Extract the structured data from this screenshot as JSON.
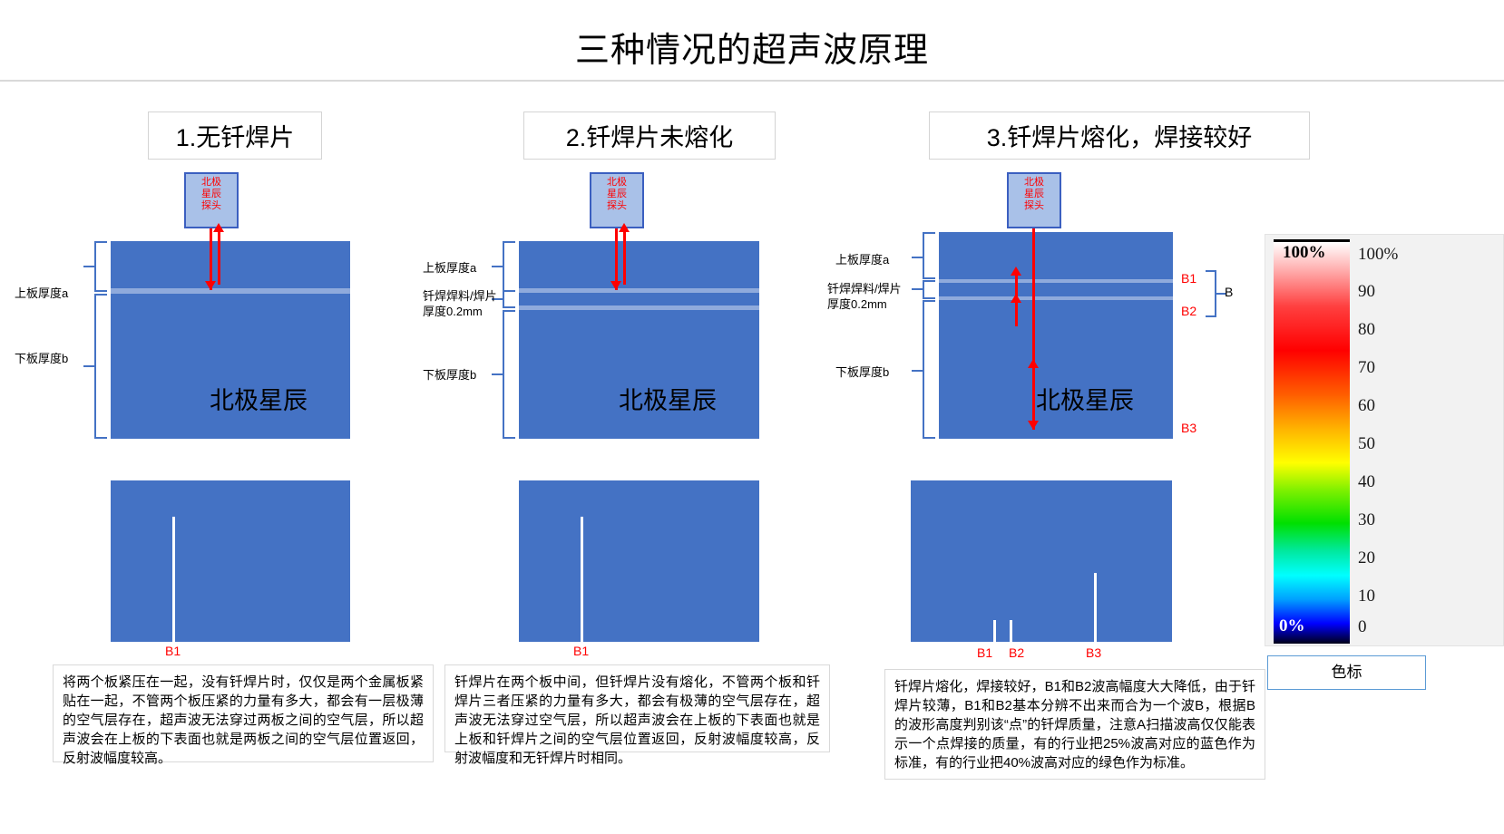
{
  "title": "三种情况的超声波原理",
  "panels": [
    {
      "heading": "1.无钎焊片",
      "probe_lines": [
        "北极",
        "星辰",
        "探头"
      ],
      "watermark": "北极星辰",
      "dim_labels": [
        "上板厚度a",
        "下板厚度b"
      ],
      "echo_labels": [
        "B1"
      ],
      "caption": "将两个板紧压在一起，没有钎焊片时，仅仅是两个金属板紧贴在一起，不管两个板压紧的力量有多大，都会有一层极薄的空气层存在，超声波无法穿过两板之间的空气层，所以超声波会在上板的下表面也就是两板之间的空气层位置返回，反射波幅度较高。"
    },
    {
      "heading": "2.钎焊片未熔化",
      "probe_lines": [
        "北极",
        "星辰",
        "探头"
      ],
      "watermark": "北极星辰",
      "dim_labels": [
        "上板厚度a",
        "钎焊焊料/焊片",
        "厚度0.2mm",
        "下板厚度b"
      ],
      "echo_labels": [
        "B1"
      ],
      "caption": "钎焊片在两个板中间，但钎焊片没有熔化，不管两个板和钎焊片三者压紧的力量有多大，都会有极薄的空气层存在，超声波无法穿过空气层，所以超声波会在上板的下表面也就是上板和钎焊片之间的空气层位置返回，反射波幅度较高，反射波幅度和无钎焊片时相同。"
    },
    {
      "heading": "3.钎焊片熔化，焊接较好",
      "probe_lines": [
        "北极",
        "星辰",
        "探头"
      ],
      "watermark": "北极星辰",
      "dim_labels": [
        "上板厚度a",
        "钎焊焊料/焊片",
        "厚度0.2mm",
        "下板厚度b"
      ],
      "side_labels": [
        "B1",
        "B2",
        "B3"
      ],
      "group_label": "B",
      "echo_labels": [
        "B1",
        "B2",
        "B3"
      ],
      "caption": "钎焊片熔化，焊接较好，B1和B2波高幅度大大降低，由于钎焊片较薄，B1和B2基本分辨不出来而合为一个波B，根据B的波形高度判别该“点”的钎焊质量，注意A扫描波高仅仅能表示一个点焊接的质量，有的行业把25%波高对应的蓝色作为标准，有的行业把40%波高对应的绿色作为标准。"
    }
  ],
  "colorscale": {
    "top_caption": "100%",
    "bottom_caption": "0%",
    "ticks": [
      "100%",
      "90",
      "80",
      "70",
      "60",
      "50",
      "40",
      "30",
      "20",
      "10",
      "0"
    ],
    "button_label": "色标"
  },
  "colors": {
    "plate": "#4472c4",
    "seam": "#8faadc",
    "probe_fill": "#a9c1e8",
    "probe_border": "#3b5fc0",
    "accent_red": "#ff0000",
    "bracket_blue": "#4472c4"
  }
}
